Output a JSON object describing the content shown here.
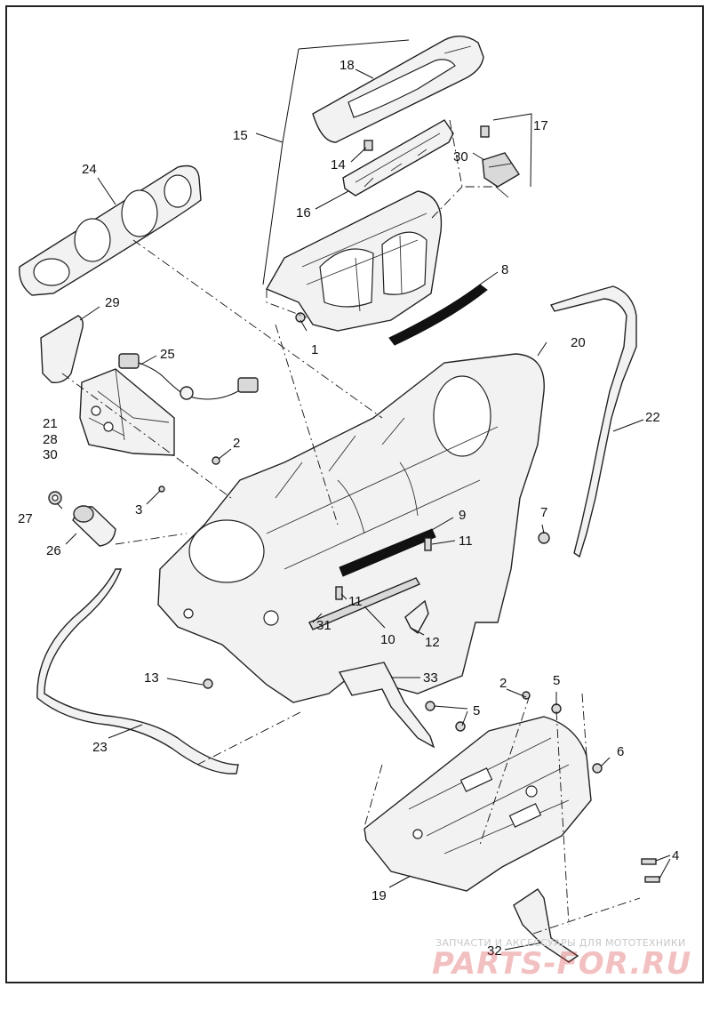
{
  "diagram": {
    "callouts": [
      {
        "id": "c1",
        "label": "1"
      },
      {
        "id": "c2a",
        "label": "2"
      },
      {
        "id": "c2b",
        "label": "2"
      },
      {
        "id": "c3",
        "label": "3"
      },
      {
        "id": "c4",
        "label": "4"
      },
      {
        "id": "c5a",
        "label": "5"
      },
      {
        "id": "c5b",
        "label": "5"
      },
      {
        "id": "c6",
        "label": "6"
      },
      {
        "id": "c7",
        "label": "7"
      },
      {
        "id": "c8",
        "label": "8"
      },
      {
        "id": "c9",
        "label": "9"
      },
      {
        "id": "c10",
        "label": "10"
      },
      {
        "id": "c11a",
        "label": "11"
      },
      {
        "id": "c11b",
        "label": "11"
      },
      {
        "id": "c12",
        "label": "12"
      },
      {
        "id": "c13",
        "label": "13"
      },
      {
        "id": "c14",
        "label": "14"
      },
      {
        "id": "c15",
        "label": "15"
      },
      {
        "id": "c16",
        "label": "16"
      },
      {
        "id": "c17",
        "label": "17"
      },
      {
        "id": "c18",
        "label": "18"
      },
      {
        "id": "c19",
        "label": "19"
      },
      {
        "id": "c20",
        "label": "20"
      },
      {
        "id": "c21",
        "label": "21"
      },
      {
        "id": "c22",
        "label": "22"
      },
      {
        "id": "c23",
        "label": "23"
      },
      {
        "id": "c24",
        "label": "24"
      },
      {
        "id": "c25",
        "label": "25"
      },
      {
        "id": "c26",
        "label": "26"
      },
      {
        "id": "c27",
        "label": "27"
      },
      {
        "id": "c28",
        "label": "28"
      },
      {
        "id": "c29",
        "label": "29"
      },
      {
        "id": "c30a",
        "label": "30"
      },
      {
        "id": "c30b",
        "label": "30"
      },
      {
        "id": "c31",
        "label": "31"
      },
      {
        "id": "c32",
        "label": "32"
      },
      {
        "id": "c33",
        "label": "33"
      }
    ]
  },
  "watermark": {
    "tagline": "ЗАПЧАСТИ И АКСЕССУАРЫ ДЛЯ МОТОТЕХНИКИ",
    "brand": "PARTS-FOR.RU",
    "color": "#d63c3c"
  }
}
